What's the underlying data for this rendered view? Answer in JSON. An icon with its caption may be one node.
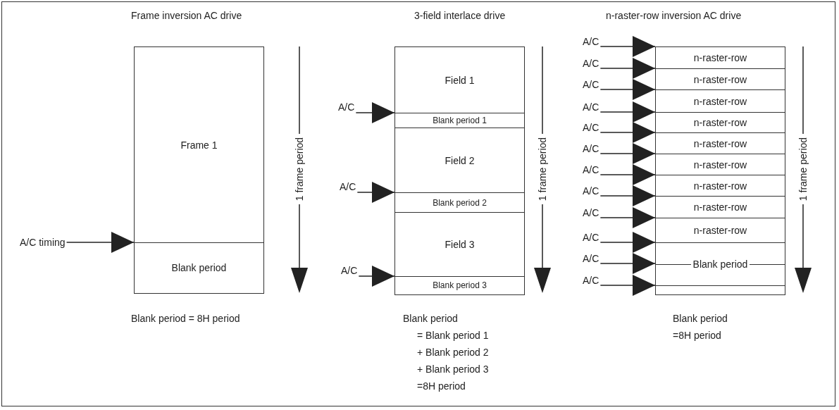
{
  "diagram": {
    "nodes": [
      {
        "text": [
          "Frame 1"
        ]
      },
      {
        "text": [
          "Blank period"
        ]
      },
      {
        "text": [
          "A/C timing"
        ]
      },
      {
        "text": [
          "Field 1"
        ]
      },
      {
        "text": [
          "Blank period 1"
        ]
      },
      {
        "text": [
          "Field 2"
        ]
      },
      {
        "text": [
          "Blank period 2"
        ]
      },
      {
        "text": [
          "Field 3"
        ]
      },
      {
        "text": [
          "Blank period 3"
        ]
      },
      {
        "text": [
          "A/C"
        ]
      },
      {
        "text": [
          "A/C"
        ]
      },
      {
        "text": [
          "A/C"
        ]
      },
      {
        "text": [
          "n-raster-row"
        ]
      },
      {
        "text": [
          "n-raster-row"
        ]
      },
      {
        "text": [
          "n-raster-row"
        ]
      },
      {
        "text": [
          "n-raster-row"
        ]
      },
      {
        "text": [
          "n-raster-row"
        ]
      },
      {
        "text": [
          "n-raster-row"
        ]
      },
      {
        "text": [
          "n-raster-row"
        ]
      },
      {
        "text": [
          "n-raster-row"
        ]
      },
      {
        "text": [
          "n-raster-row"
        ]
      },
      {
        "text": [
          "Blank period"
        ]
      },
      {
        "text": [],
        "shape": "box"
      },
      {
        "text": [
          "A/C"
        ]
      },
      {
        "text": [
          "A/C"
        ]
      },
      {
        "text": [
          "A/C"
        ]
      },
      {
        "text": [
          "A/C"
        ]
      },
      {
        "text": [
          "A/C"
        ]
      },
      {
        "text": [
          "A/C"
        ]
      },
      {
        "text": [
          "A/C"
        ]
      },
      {
        "text": [
          "A/C"
        ]
      },
      {
        "text": [
          "A/C"
        ]
      },
      {
        "text": [
          "A/C"
        ]
      },
      {
        "text": [
          "A/C"
        ]
      },
      {
        "text": [
          "A/C"
        ]
      }
    ],
    "edges": [
      {
        "from": 2,
        "to": 1,
        "arrow": "to"
      },
      {
        "from": 9,
        "to": 4,
        "arrow": "to"
      },
      {
        "from": 10,
        "to": 6,
        "arrow": "to"
      },
      {
        "from": 11,
        "to": 8,
        "arrow": "to"
      },
      {
        "from": 23,
        "to": 12,
        "arrow": "to"
      },
      {
        "from": 24,
        "to": 13,
        "arrow": "to"
      },
      {
        "from": 25,
        "to": 14,
        "arrow": "to"
      },
      {
        "from": 26,
        "to": 15,
        "arrow": "to"
      },
      {
        "from": 27,
        "to": 16,
        "arrow": "to"
      },
      {
        "from": 28,
        "to": 17,
        "arrow": "to"
      },
      {
        "from": 29,
        "to": 18,
        "arrow": "to"
      },
      {
        "from": 30,
        "to": 19,
        "arrow": "to"
      },
      {
        "from": 31,
        "to": 20,
        "arrow": "to"
      },
      {
        "from": 32,
        "to": 21,
        "arrow": "to"
      },
      {
        "from": 33,
        "to": 21,
        "arrow": "to"
      },
      {
        "from": 34,
        "to": 22,
        "arrow": "to"
      }
    ],
    "labels": [
      "Frame inversion AC drive",
      "3-field interlace drive",
      "n-raster-row inversion AC drive",
      "1 frame period",
      "1 frame period",
      "1 frame period",
      "Blank period = 8H period",
      "Blank period",
      "= Blank period 1",
      "+ Blank period 2",
      "+ Blank period 3",
      "=8H period",
      "Blank period",
      "=8H period"
    ]
  }
}
